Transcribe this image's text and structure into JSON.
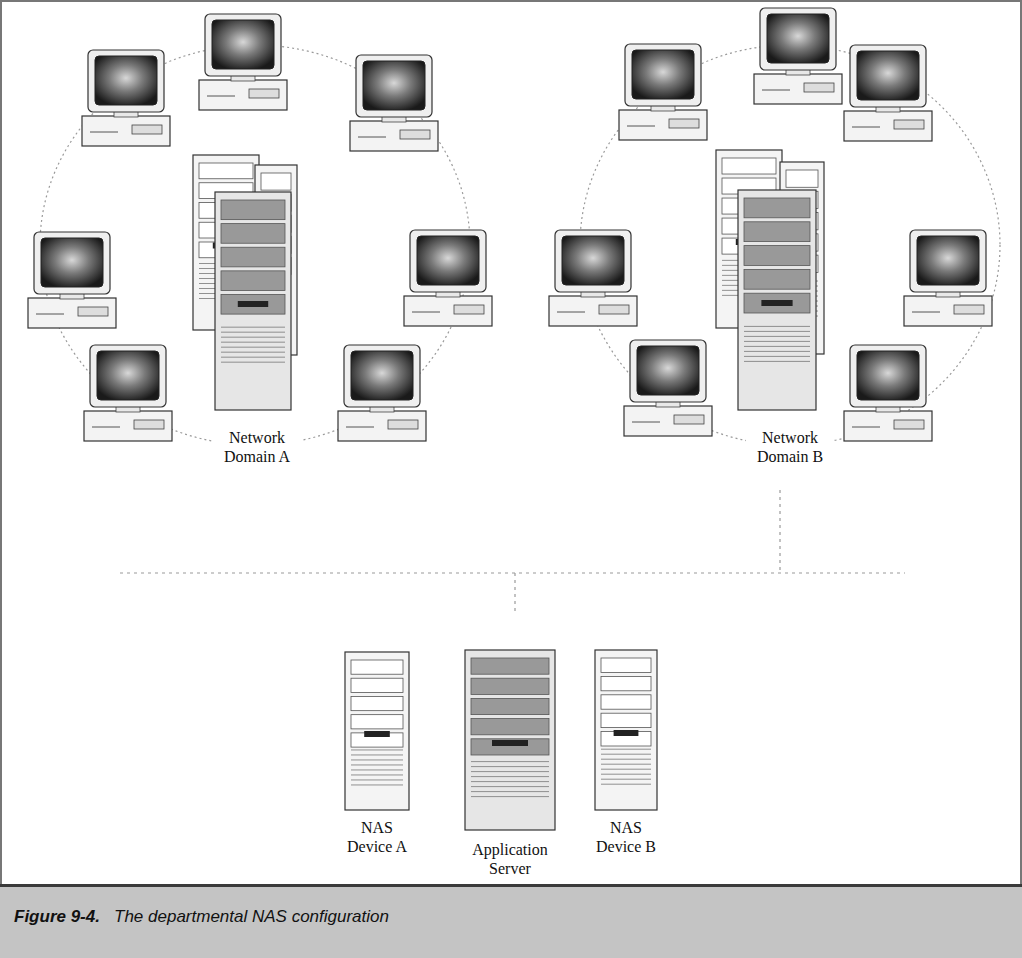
{
  "diagram": {
    "caption": "The departmental NAS configuration",
    "labels": [
      "Network Domain A",
      "Network Domain B",
      "NAS Device A",
      "Application Server",
      "NAS Device B",
      "Figure 9-4."
    ]
  }
}
